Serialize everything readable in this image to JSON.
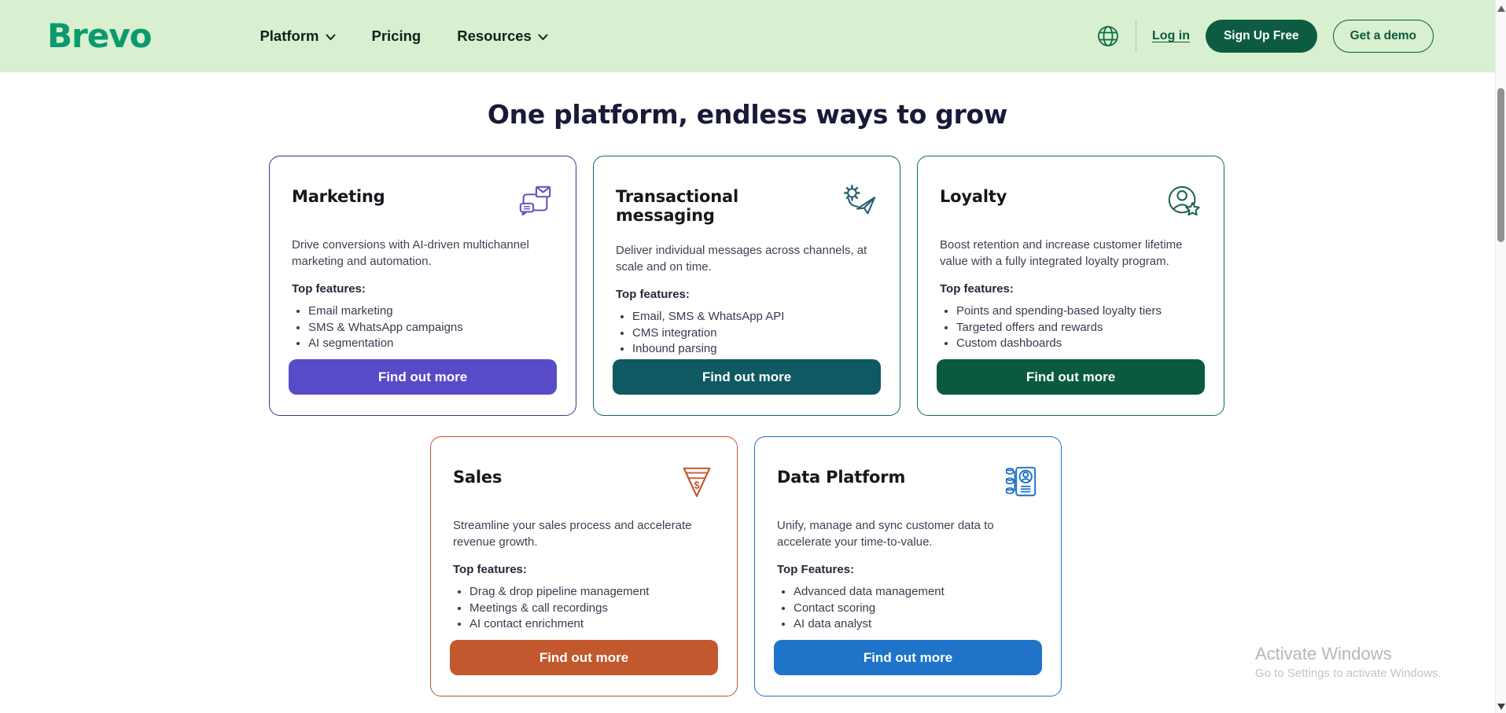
{
  "header": {
    "logo_text": "Brevo",
    "nav_items": [
      {
        "label": "Platform",
        "has_dropdown": true
      },
      {
        "label": "Pricing",
        "has_dropdown": false
      },
      {
        "label": "Resources",
        "has_dropdown": true
      }
    ],
    "globe_icon": "globe-icon",
    "login_label": "Log in",
    "signup_label": "Sign Up Free",
    "demo_label": "Get a demo",
    "colors": {
      "header_bg": "#d8f0cf",
      "brand_green": "#0b996e",
      "dark_green": "#0d5c41"
    }
  },
  "main": {
    "title": "One platform, endless ways to grow",
    "cards": [
      {
        "title": "Marketing",
        "icon": "envelope-chat-icon",
        "description": "Drive conversions with AI-driven multichannel marketing and automation.",
        "features_heading": "Top features:",
        "features": [
          "Email marketing",
          "SMS & WhatsApp campaigns",
          "AI segmentation"
        ],
        "button_label": "Find out more",
        "colors": {
          "border": "#3d3490",
          "button": "#584bc8",
          "icon": "#6058be"
        }
      },
      {
        "title": "Transactional messaging",
        "icon": "gear-paper-plane-icon",
        "description": "Deliver individual messages across channels, at scale and on time.",
        "features_heading": "Top features:",
        "features": [
          "Email, SMS & WhatsApp API",
          "CMS integration",
          "Inbound parsing"
        ],
        "button_label": "Find out more",
        "colors": {
          "border": "#14616c",
          "button": "#0e5962",
          "icon": "#28626e"
        }
      },
      {
        "title": "Loyalty",
        "icon": "person-star-icon",
        "description": "Boost retention and increase customer lifetime value with a fully integrated loyalty program.",
        "features_heading": "Top features:",
        "features": [
          "Points and spending-based loyalty tiers",
          "Targeted offers and rewards",
          "Custom dashboards"
        ],
        "button_label": "Find out more",
        "colors": {
          "border": "#0e6f4b",
          "button": "#0a5b3d",
          "icon": "#20694c"
        }
      },
      {
        "title": "Sales",
        "icon": "funnel-dollar-icon",
        "description": "Streamline your sales process and accelerate revenue growth.",
        "features_heading": "Top features:",
        "features": [
          "Drag & drop pipeline management",
          "Meetings & call recordings",
          "AI contact enrichment"
        ],
        "button_label": "Find out more",
        "colors": {
          "border": "#c4552b",
          "button": "#c2592e",
          "icon": "#c4552b"
        }
      },
      {
        "title": "Data Platform",
        "icon": "contact-database-icon",
        "description": "Unify, manage and sync customer data to accelerate your time-to-value.",
        "features_heading": "Top Features:",
        "features": [
          "Advanced data management",
          "Contact scoring",
          "AI data analyst"
        ],
        "button_label": "Find out more",
        "colors": {
          "border": "#1d70c8",
          "button": "#1f73c8",
          "icon": "#1d70c8"
        }
      }
    ]
  },
  "watermark": {
    "line1": "Activate Windows",
    "line2": "Go to Settings to activate Windows."
  }
}
